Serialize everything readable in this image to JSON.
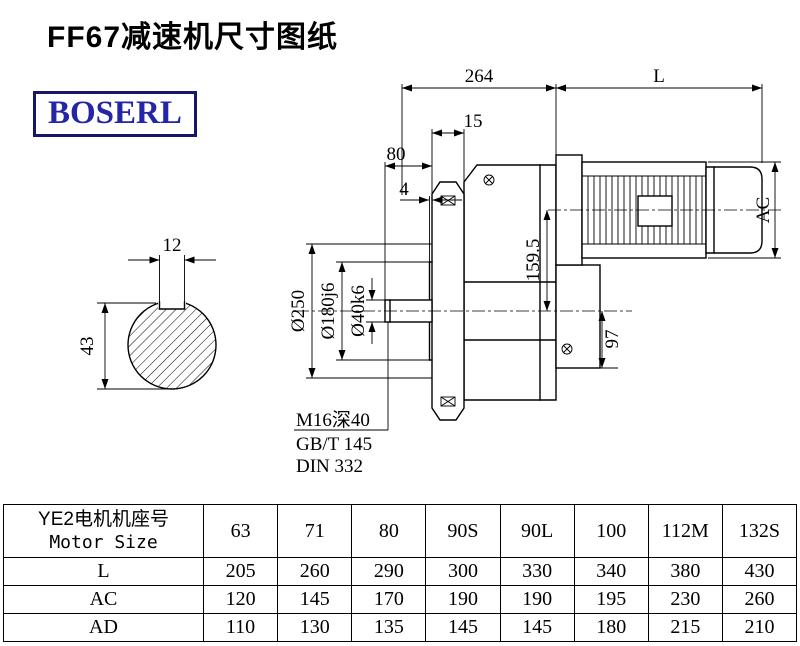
{
  "page": {
    "title": "FF67减速机尺寸图纸",
    "brand": "BOSERL"
  },
  "drawing": {
    "dims": {
      "top_length": "264",
      "motor_length": "L",
      "flange_thickness": "15",
      "shaft_length": "80",
      "spigot_depth": "4",
      "motor_diameter": "AC",
      "axis_height": "159.5",
      "base_height": "97",
      "keyway_width": "12",
      "shaft_key_height": "43",
      "flange_od": "Ø250",
      "spigot_od": "Ø180j6",
      "shaft_od": "Ø40k6"
    },
    "notes": {
      "tap": "M16深40",
      "std1": "GB/T 145",
      "std2": "DIN 332"
    }
  },
  "table": {
    "header": {
      "label_cn": "YE2电机机座号",
      "label_en": "Motor Size",
      "sizes": [
        "63",
        "71",
        "80",
        "90S",
        "90L",
        "100",
        "112M",
        "132S"
      ]
    },
    "rows": [
      {
        "label": "L",
        "values": [
          "205",
          "260",
          "290",
          "300",
          "330",
          "340",
          "380",
          "430"
        ]
      },
      {
        "label": "AC",
        "values": [
          "120",
          "145",
          "170",
          "190",
          "190",
          "195",
          "230",
          "260"
        ]
      },
      {
        "label": "AD",
        "values": [
          "110",
          "130",
          "135",
          "145",
          "145",
          "180",
          "215",
          "210"
        ]
      }
    ]
  }
}
